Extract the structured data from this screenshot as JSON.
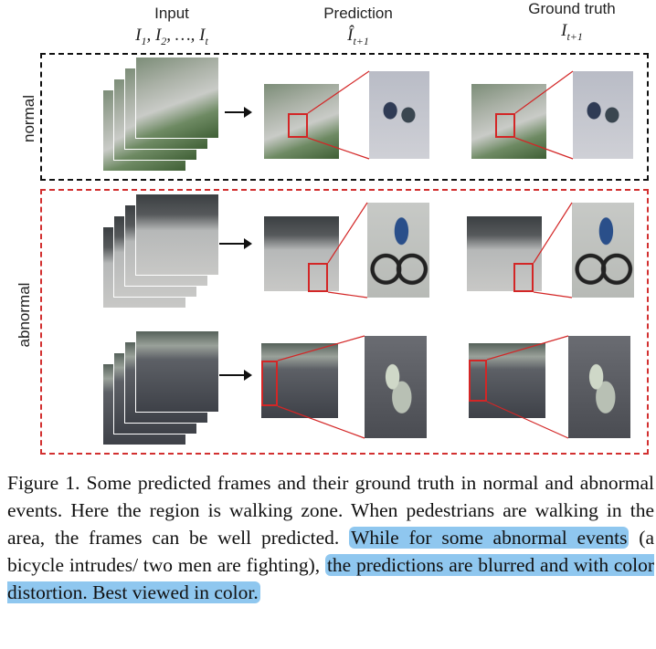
{
  "headers": {
    "input": {
      "label": "Input",
      "math": "I",
      "math_sub": "1",
      "math_rest": ", I",
      "math_sub2": "2",
      "math_tail": ", …, I",
      "math_sub3": "t"
    },
    "prediction": {
      "label": "Prediction",
      "math": "Î",
      "math_sub": "t+1"
    },
    "ground_truth": {
      "label": "Ground truth",
      "math": "I",
      "math_sub": "t+1"
    }
  },
  "rows": {
    "normal": "normal",
    "abnormal": "abnormal"
  },
  "caption": {
    "part1": "Figure 1. Some predicted frames and their ground truth in normal and abnormal events. Here the region is walking zone. When pedestrians are walking in the area, the frames can be well predicted. ",
    "hl1": "While for some abnormal events",
    "part2": " (a bicycle intrudes/ two men are fighting), ",
    "hl2": "the predictions are blurred and with color distortion. Best viewed in color."
  },
  "colors": {
    "normal_border": "#111111",
    "abnormal_border": "#d23030",
    "zoom_box": "#d32626",
    "highlight": "#8fc7ef"
  }
}
